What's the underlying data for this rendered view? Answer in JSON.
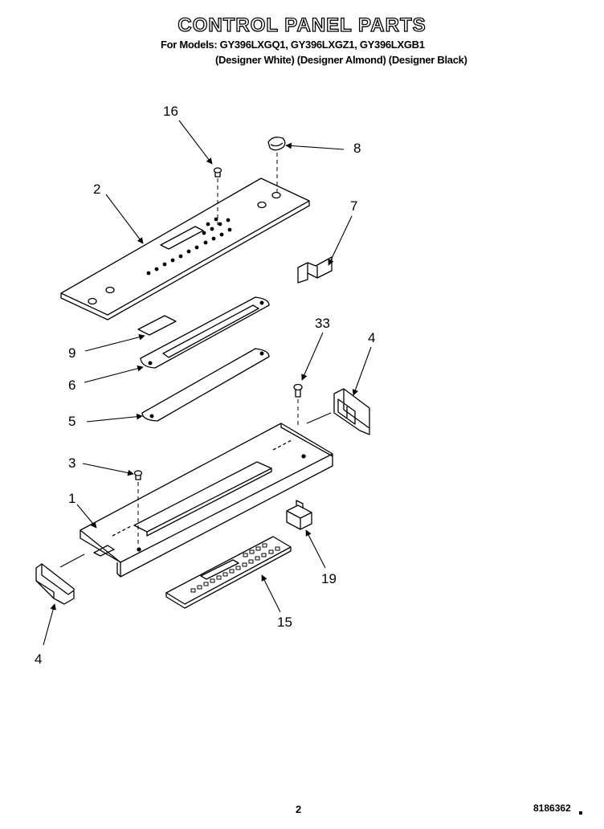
{
  "header": {
    "title": "CONTROL PANEL PARTS",
    "models_line": "For Models: GY396LXGQ1, GY396LXGZ1, GY396LXGB1",
    "colors_line": "(Designer White) (Designer Almond) (Designer Black)"
  },
  "callouts": {
    "c16": "16",
    "c8": "8",
    "c2": "2",
    "c7": "7",
    "c33": "33",
    "c4_right": "4",
    "c9": "9",
    "c6": "6",
    "c5": "5",
    "c3": "3",
    "c1": "1",
    "c19": "19",
    "c15": "15",
    "c4_left": "4"
  },
  "footer": {
    "page_number": "2",
    "doc_code": "8186362"
  }
}
